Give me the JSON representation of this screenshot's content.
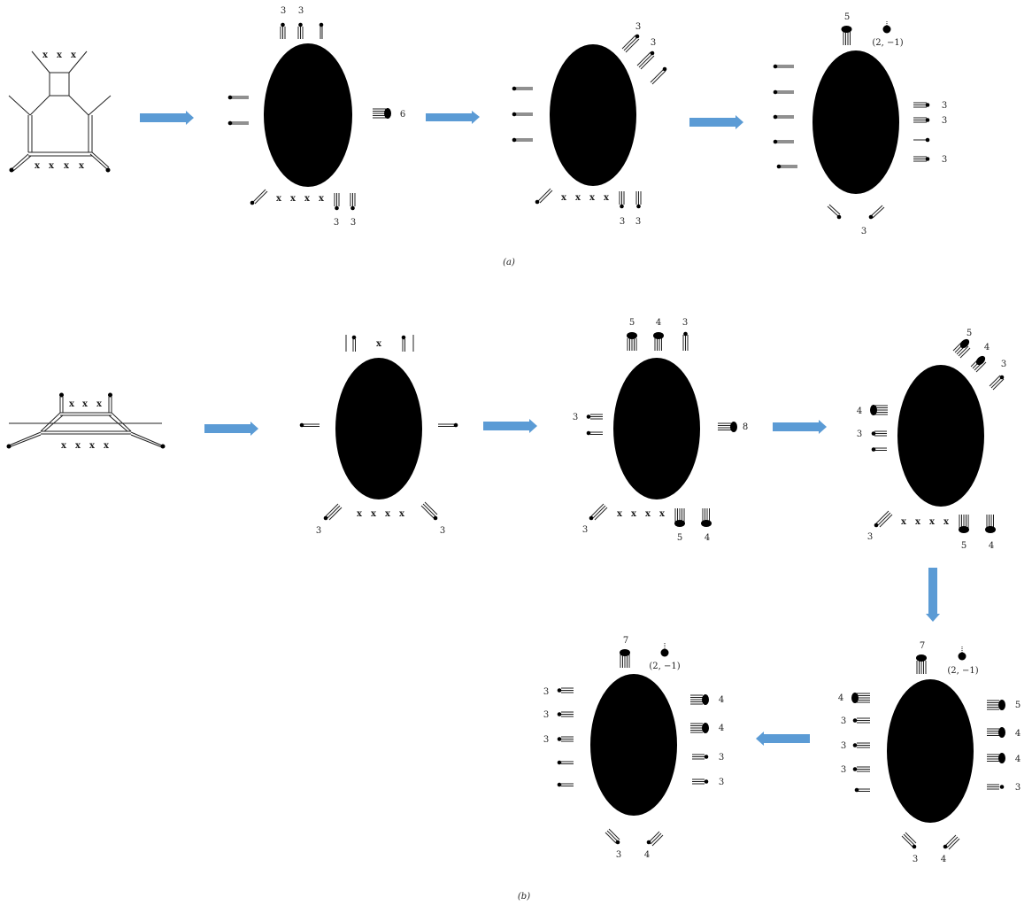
{
  "captions": {
    "a": "(a)",
    "b": "(b)"
  },
  "x_mark": "x",
  "weight_label": "(2, −1)",
  "colors": {
    "arrow": "#5b9bd5",
    "blob": "#000000",
    "line": "#222222",
    "x_mark": "#1c3b5a"
  },
  "labels": {
    "a2_top": [
      "3",
      "3"
    ],
    "a2_right": "6",
    "a2_bottom": [
      "3",
      "3"
    ],
    "a3_top_right": [
      "3",
      "3"
    ],
    "a3_bottom": [
      "3",
      "3"
    ],
    "a4_top": "5",
    "a4_right": [
      "3",
      "3",
      "3"
    ],
    "a4_bottom": "3",
    "b2_bottom": [
      "3",
      "3"
    ],
    "b3_top": [
      "5",
      "4",
      "3"
    ],
    "b3_left": "3",
    "b3_right": "8",
    "b3_bottom_left": "3",
    "b3_bottom": [
      "5",
      "4"
    ],
    "b4_top_right": [
      "5",
      "4",
      "3"
    ],
    "b4_left": [
      "4",
      "3"
    ],
    "b4_bottom_left": "3",
    "b4_bottom": [
      "5",
      "4"
    ],
    "b5_top": "7",
    "b5_left": [
      "4",
      "3",
      "3",
      "3"
    ],
    "b5_right": [
      "5",
      "4",
      "4",
      "3"
    ],
    "b5_bottom": [
      "3",
      "4"
    ],
    "b6_top": "7",
    "b6_left": [
      "3",
      "3",
      "3"
    ],
    "b6_right": [
      "4",
      "4",
      "3",
      "3"
    ],
    "b6_bottom": [
      "3",
      "4"
    ]
  }
}
